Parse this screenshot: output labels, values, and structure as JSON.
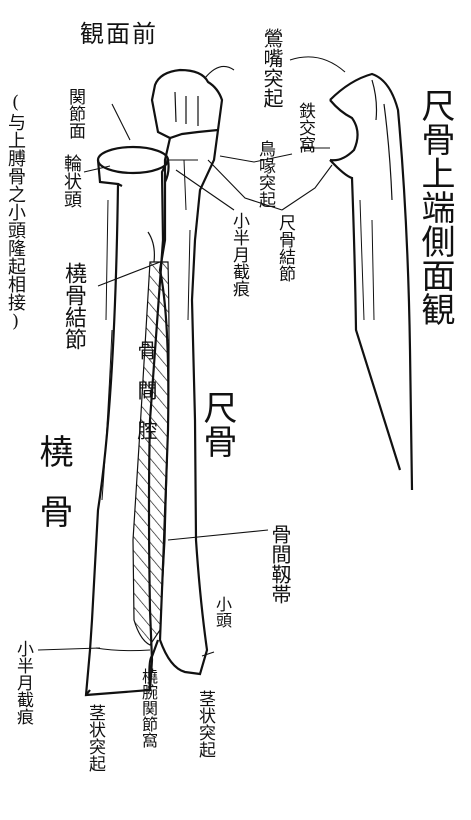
{
  "view_title": "観面前",
  "ulna_side_title": "尺骨上端側面観",
  "labels": {
    "olecranon": "鶯嘴突起",
    "trochlear_notch": "鉄交窩",
    "articular_surface": "関節面",
    "articular_note": "(与上膊骨之小頭隆起相接)",
    "coronoid": "鳥喙突起",
    "radial_head": "輪状頭",
    "radial_tuberosity": "橈骨結節",
    "ulnar_notch_radius": "小半月截痕",
    "ulnar_tuberosity": "尺骨結節",
    "ulna": "尺骨",
    "interosseous_space": "骨間腔",
    "radius": "橈骨",
    "interosseous_ligament": "骨間靱帯",
    "ulnar_head": "小頭",
    "distal_notch": "小半月截痕",
    "wrist_articular_fossa": "橈腕関節窩",
    "radial_styloid": "茎状突起",
    "ulnar_styloid": "茎状突起"
  }
}
